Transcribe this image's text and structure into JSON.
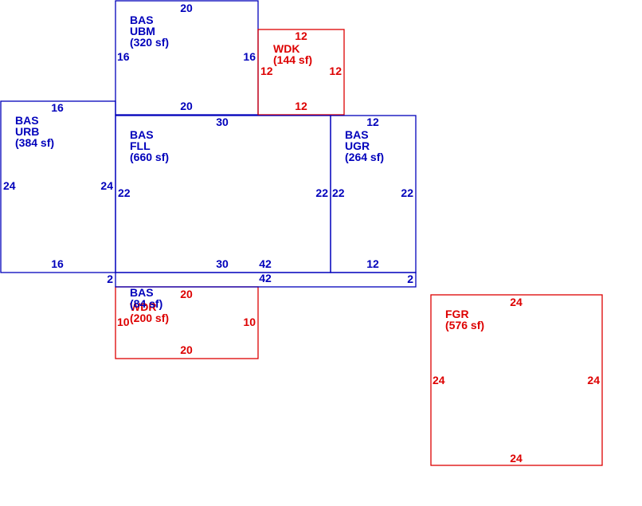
{
  "colors": {
    "base": "#0000bb",
    "outbuilding": "#dd0000"
  },
  "sketch": {
    "areas": [
      {
        "id": "ubm",
        "color": "base",
        "labels": [
          "BAS",
          "UBM",
          "(320 sf)"
        ],
        "dims": [
          "20",
          "16",
          "16",
          "20"
        ]
      },
      {
        "id": "wdk",
        "color": "outbuilding",
        "labels": [
          "WDK",
          "(144 sf)"
        ],
        "dims": [
          "12",
          "12",
          "12",
          "12"
        ]
      },
      {
        "id": "urb",
        "color": "base",
        "labels": [
          "BAS",
          "URB",
          "(384 sf)"
        ],
        "dims": [
          "16",
          "24",
          "24",
          "16"
        ]
      },
      {
        "id": "fll",
        "color": "base",
        "labels": [
          "BAS",
          "FLL",
          "(660 sf)"
        ],
        "dims": [
          "30",
          "22",
          "22",
          "30",
          "42"
        ]
      },
      {
        "id": "ugr",
        "color": "base",
        "labels": [
          "BAS",
          "UGR",
          "(264 sf)"
        ],
        "dims": [
          "12",
          "22",
          "22",
          "12"
        ]
      },
      {
        "id": "strip",
        "color": "base",
        "labels": [
          "BAS",
          "(84 sf)"
        ],
        "dims": [
          "42",
          "2",
          "2"
        ]
      },
      {
        "id": "wdr",
        "color": "outbuilding",
        "labels": [
          "WDR",
          "(200 sf)"
        ],
        "dims": [
          "20",
          "10",
          "10",
          "20"
        ]
      },
      {
        "id": "fgr",
        "color": "outbuilding",
        "labels": [
          "FGR",
          "(576 sf)"
        ],
        "dims": [
          "24",
          "24",
          "24",
          "24"
        ]
      }
    ]
  }
}
